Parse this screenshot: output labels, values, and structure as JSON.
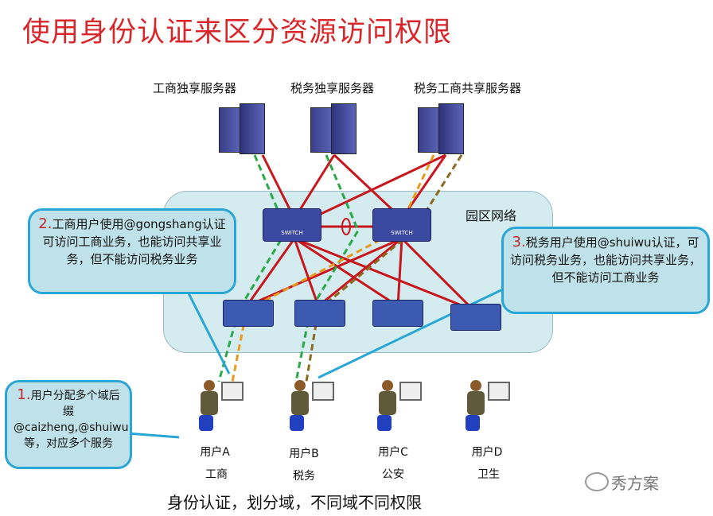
{
  "title": "使用身份认证来区分资源访问权限",
  "servers": [
    {
      "label": "工商独享服务器"
    },
    {
      "label": "税务独享服务器"
    },
    {
      "label": "税务工商共享服务器"
    }
  ],
  "zone_label": "园区网络",
  "switch_label": "SWITCH",
  "callouts": [
    {
      "num": "1.",
      "text": "用户分配多个域后缀@caizheng,@shuiwu等，对应多个服务"
    },
    {
      "num": "2.",
      "text": "工商用户使用@gongshang认证可访问工商业务，也能访问共享业务，但不能访问税务业务"
    },
    {
      "num": "3.",
      "text": "税务用户使用@shuiwu认证，可访问税务业务，也能访问共享业务，但不能访问工商业务"
    }
  ],
  "users": [
    {
      "name": "用户A",
      "dept": "工商"
    },
    {
      "name": "用户B",
      "dept": "税务"
    },
    {
      "name": "用户C",
      "dept": "公安"
    },
    {
      "name": "用户D",
      "dept": "卫生"
    }
  ],
  "caption": "身份认证，划分域，不同域不同权限",
  "watermark": "秀方案",
  "colors": {
    "title": "#d8262a",
    "link": "#c8161d",
    "green": "#2aa84a",
    "orange": "#e89a1e",
    "brown": "#8a6a20",
    "callout_border": "#2aa6d6"
  }
}
